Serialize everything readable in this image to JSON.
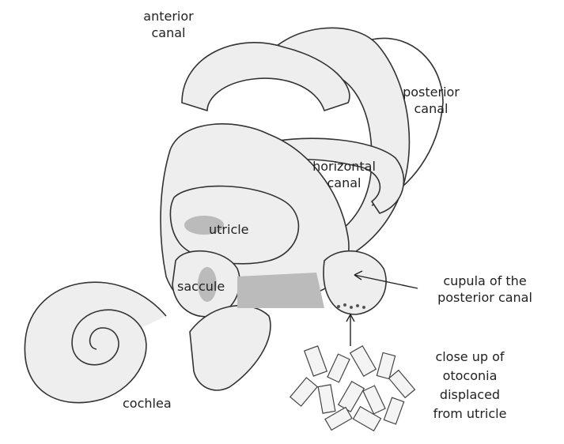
{
  "labels": {
    "anterior_canal": [
      "anterior",
      "canal"
    ],
    "posterior_canal": [
      "posterior",
      "canal"
    ],
    "horizontal_canal": [
      "horizontal",
      "canal"
    ],
    "utricle": "utricle",
    "saccule": "saccule",
    "cupula": [
      "cupula of the",
      "posterior canal"
    ],
    "otoconia": [
      "close up of",
      "otoconia",
      "displaced",
      "from utricle"
    ],
    "cochlea": "cochlea"
  },
  "colors": {
    "outline": "#333333",
    "fill": "#eeeeee",
    "shade": "#bdbdbd",
    "dark": "#888888"
  }
}
